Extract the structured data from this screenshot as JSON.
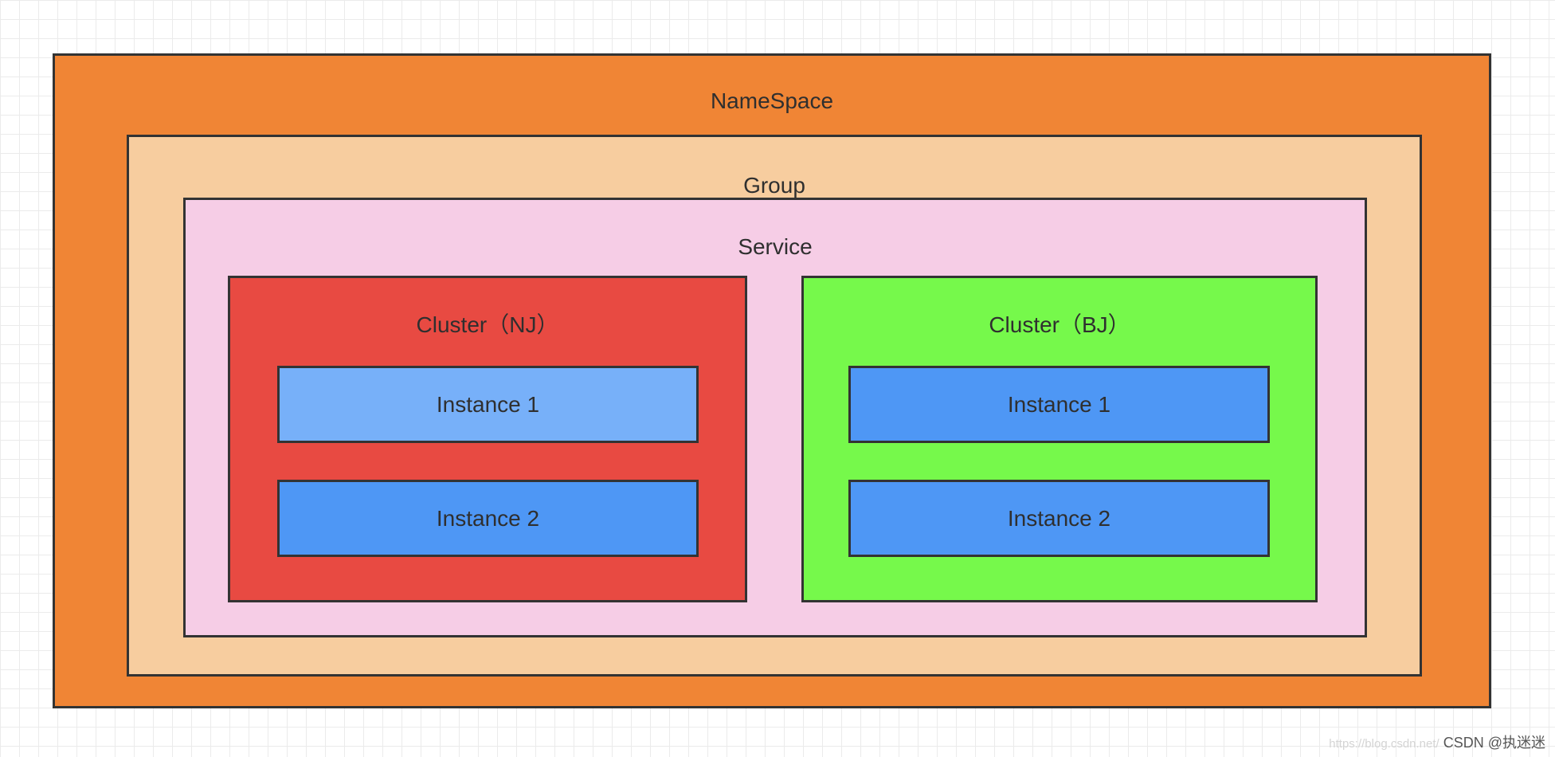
{
  "colors": {
    "namespace": "#f08535",
    "group": "#f7cd9f",
    "service": "#f6cde6",
    "cluster_nj": "#e84a42",
    "cluster_bj": "#76f94b",
    "instance_light": "#77b0f9",
    "instance": "#4e97f5",
    "border": "#333333"
  },
  "namespace": {
    "label": "NameSpace"
  },
  "group": {
    "label": "Group"
  },
  "service": {
    "label": "Service"
  },
  "clusters": [
    {
      "label": "Cluster（NJ）",
      "instances": [
        {
          "label": "Instance 1"
        },
        {
          "label": "Instance 2"
        }
      ]
    },
    {
      "label": "Cluster（BJ）",
      "instances": [
        {
          "label": "Instance 1"
        },
        {
          "label": "Instance 2"
        }
      ]
    }
  ],
  "watermark": {
    "faint": "https://blog.csdn.net/",
    "text": "CSDN @执迷迷"
  }
}
